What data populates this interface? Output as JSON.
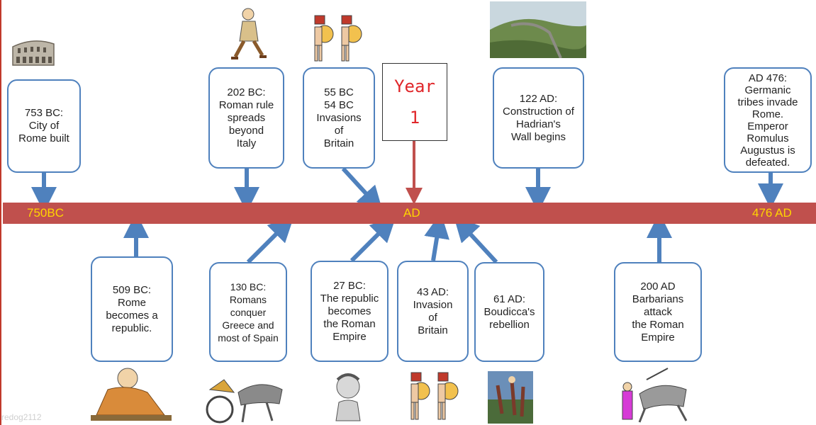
{
  "band": {
    "left_label": "750BC",
    "center_label": "AD",
    "right_label": "476 AD"
  },
  "year_box": {
    "line1": "Year",
    "line2": "1"
  },
  "events_top": [
    {
      "id": "rome-built",
      "text": "753 BC:\nCity of\nRome built"
    },
    {
      "id": "rome-spreads",
      "text": "202 BC:\nRoman rule\nspreads\nbeyond\nItaly"
    },
    {
      "id": "britain-invasions",
      "text": "55 BC\n54 BC\nInvasions\nof\nBritain"
    },
    {
      "id": "hadrians-wall",
      "text": "122 AD:\nConstruction of\nHadrian's\nWall begins"
    },
    {
      "id": "germanic-tribes",
      "text": "AD 476:\nGermanic\ntribes invade\nRome.\nEmperor\nRomulus\nAugustus is\ndefeated."
    }
  ],
  "events_bottom": [
    {
      "id": "republic",
      "text": "509 BC:\nRome\nbecomes a\nrepublic."
    },
    {
      "id": "greece-spain",
      "text": "130 BC:\nRomans\nconquer\nGreece and\nmost of Spain"
    },
    {
      "id": "roman-empire",
      "text": "27 BC:\nThe republic\nbecomes\nthe Roman\nEmpire"
    },
    {
      "id": "invasion-britain",
      "text": "43 AD:\nInvasion\nof\nBritain"
    },
    {
      "id": "boudicca",
      "text": "61 AD:\nBoudicca's\nrebellion"
    },
    {
      "id": "barbarians",
      "text": "200 AD\nBarbarians\nattack\nthe Roman\nEmpire"
    }
  ],
  "colors": {
    "band": "#c0504d",
    "band_text": "#ffd500",
    "box_border": "#4f81bd",
    "arrow": "#4f81bd",
    "year_arrow": "#c0504d",
    "year_text": "#e0272b"
  },
  "watermark": "redog2112"
}
